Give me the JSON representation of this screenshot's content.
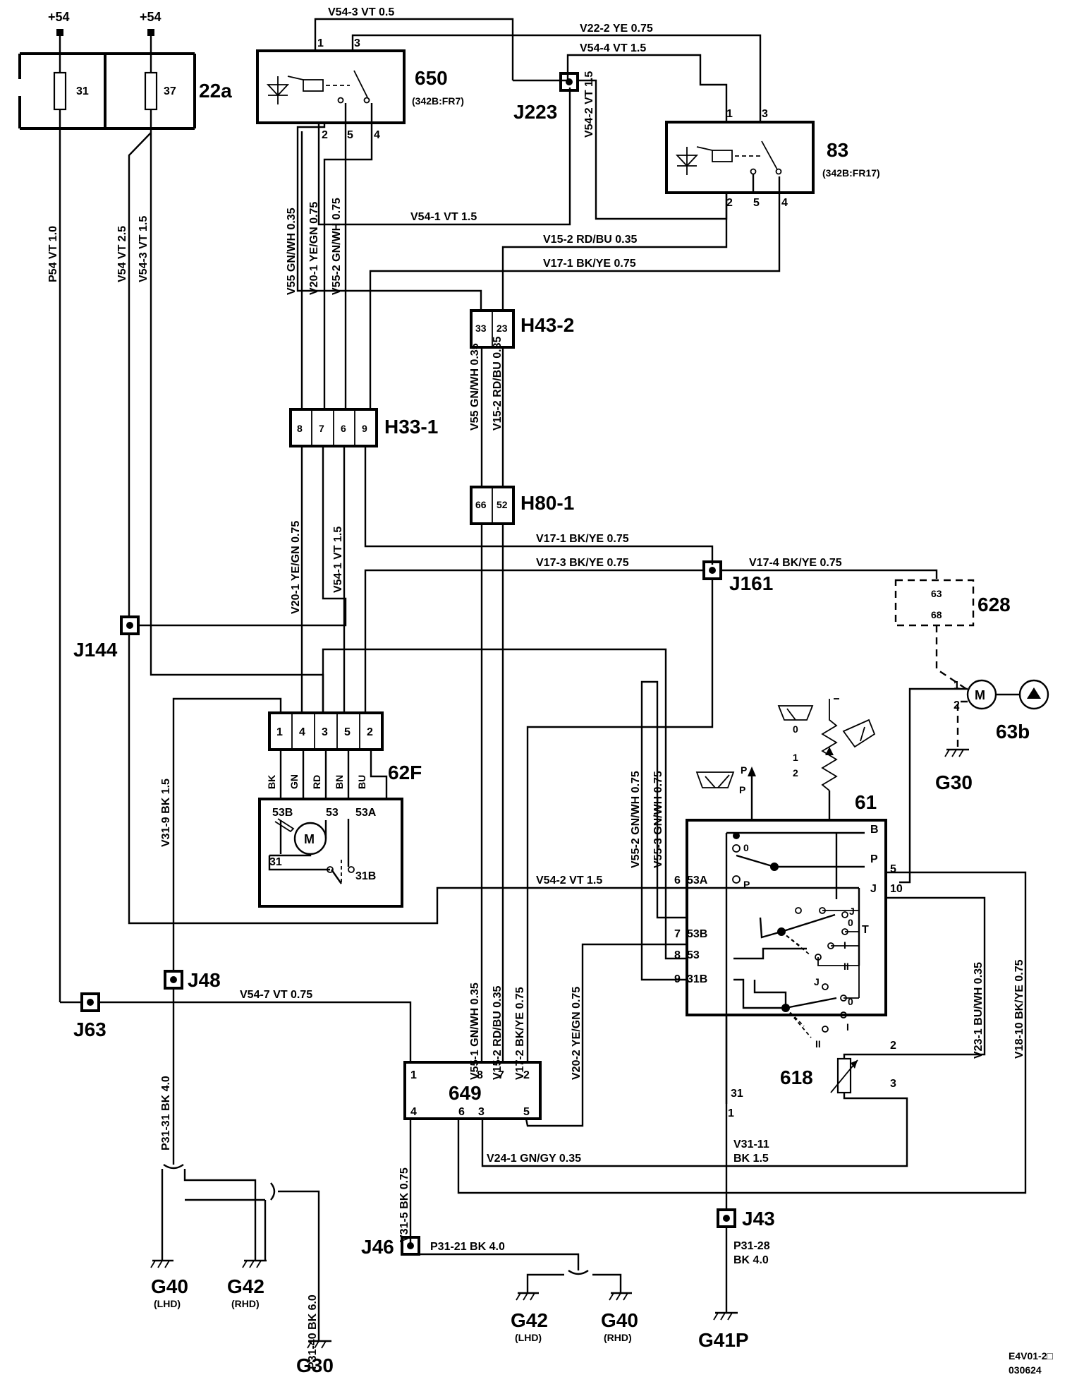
{
  "power": {
    "left": "+54",
    "right": "+54"
  },
  "fuse_box": {
    "label": "22a",
    "fuse_a": "31",
    "fuse_b": "37"
  },
  "relay_650": {
    "label": "650",
    "ref": "(342B:FR7)",
    "pins": [
      "1",
      "3",
      "2",
      "5",
      "4"
    ]
  },
  "relay_83": {
    "label": "83",
    "ref": "(342B:FR17)",
    "pins": [
      "1",
      "3",
      "2",
      "5",
      "4"
    ]
  },
  "junctions": {
    "j223": "J223",
    "j161": "J161",
    "j144": "J144",
    "j48": "J48",
    "j63": "J63",
    "j46": "J46",
    "j43": "J43"
  },
  "connectors": {
    "h43_2": {
      "label": "H43-2",
      "pins": [
        "33",
        "23"
      ]
    },
    "h33_1": {
      "label": "H33-1",
      "pins": [
        "8",
        "7",
        "6",
        "9"
      ]
    },
    "h80_1": {
      "label": "H80-1",
      "pins": [
        "66",
        "52"
      ]
    },
    "c62f": {
      "label": "62F",
      "pins": [
        "1",
        "4",
        "3",
        "5",
        "2"
      ],
      "colors": [
        "BK",
        "GN",
        "RD",
        "BN",
        "BU"
      ]
    }
  },
  "motor_62": {
    "t53b": "53B",
    "t53": "53",
    "t53a": "53A",
    "t31": "31",
    "t31b": "31B",
    "m": "M"
  },
  "module_628": {
    "label": "628",
    "pin_a": "63",
    "pin_b": "68"
  },
  "pump_63b": {
    "label": "63b",
    "pin1": "1",
    "pin2": "2",
    "m": "M"
  },
  "switch_61": {
    "label": "61",
    "resistor": "618",
    "ground_pin": "31",
    "pin1": "1",
    "right_pins": [
      "B",
      "P",
      "5",
      "J",
      "10",
      "2",
      "3"
    ],
    "left_pins": [
      "6",
      "53A",
      "7",
      "53B",
      "8",
      "53",
      "9",
      "31B"
    ],
    "pos_labels": [
      "0",
      "P",
      "J",
      "0",
      "T",
      "I",
      "II",
      "J",
      "0",
      "I",
      "II"
    ],
    "symbol_labels": [
      "0",
      "1",
      "2",
      "P",
      "P"
    ]
  },
  "module_649": {
    "label": "649",
    "top_pins": [
      "1",
      "8",
      "7",
      "2"
    ],
    "bottom_pins": [
      "4",
      "6",
      "3",
      "5"
    ]
  },
  "grounds": {
    "g40a": "G40",
    "g40a_sub": "(LHD)",
    "g42a": "G42",
    "g42a_sub": "(RHD)",
    "g30a": "G30",
    "g30b": "G30",
    "g42b": "G42",
    "g42b_sub": "(LHD)",
    "g40b": "G40",
    "g40b_sub": "(RHD)",
    "g41p": "G41P"
  },
  "wires": {
    "v54_3_top": "V54-3   VT    0.5",
    "v22_2": "V22-2   YE   0.75",
    "v54_4": "V54-4   VT    1.5",
    "v54_2_vert": "V54-2   VT    1.5",
    "v54_1_h": "V54-1   VT    1.5",
    "v15_2_h": "V15-2   RD/BU   0.35",
    "v17_1_h": "V17-1   BK/YE   0.75",
    "v55_v": "V55   GN/WH   0.35",
    "v20_1_v": "V20-1   YE/GN   0.75",
    "v55_2_v": "V55-2   GN/WH   0.75",
    "p54": "P54   VT   1.0",
    "v54_25": "V54   VT   2.5",
    "v54_3_15": "V54-3   VT   1.5",
    "h43_v55": "V55   GN/WH   0.35",
    "h43_v15": "V15-2   RD/BU   0.35",
    "v20_1_low": "V20-1   YE/GN   0.75",
    "v54_1_low": "V54-1   VT   1.5",
    "v17_1_low": "V17-1   BK/YE   0.75",
    "v17_3": "V17-3   BK/YE   0.75",
    "v17_4": "V17-4   BK/YE   0.75",
    "v31_9": "V31-9   BK   1.5",
    "v54_2_low": "V54-2     VT     1.5",
    "v55_2_low": "V55-2   GN/WH   0.75",
    "v55_3": "V55-3   GN/WH   0.75",
    "v54_7": "V54-7    VT    0.75",
    "v55_1": "V55-1   GN/WH   0.35",
    "v15_2_low": "V15-2   RD/BU   0.35",
    "v17_2": "V17-2   BK/YE   0.75",
    "v20_2": "V20-2   YE/GN   0.75",
    "v23_1": "V23-1   BU/WH   0.35",
    "v18_10": "V18-10  BK/YE   0.75",
    "p31_31": "P31-31   BK   4.0",
    "p31_40": "P31-40   BK   6.0",
    "v31_5": "V31-5   BK   0.75",
    "p31_21": "P31-21   BK   4.0",
    "v24_1": "V24-1   GN/GY   0.35",
    "v31_11a": "V31-11",
    "v31_11b": "BK  1.5",
    "p31_28a": "P31-28",
    "p31_28b": "BK  4.0"
  },
  "footer": {
    "code": "E4V01-2□",
    "date": "030624"
  }
}
